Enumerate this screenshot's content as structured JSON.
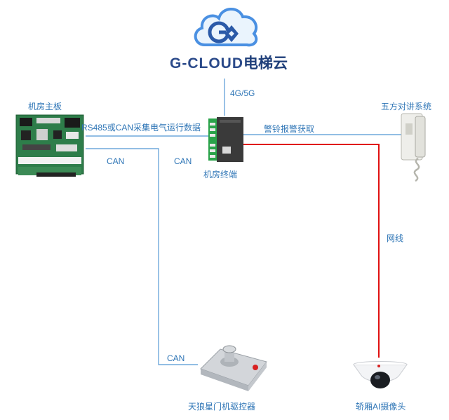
{
  "brand": {
    "latin": "G-CLOUD",
    "chinese": "电梯云"
  },
  "labels": {
    "uplink": "4G/5G",
    "machine_board": "机房主板",
    "rs485": "RS485或CAN采集电气运行数据",
    "can_left": "CAN",
    "can_right": "CAN",
    "terminal": "机房终端",
    "alarm": "警铃报警获取",
    "intercom": "五方对讲系统",
    "network": "网线",
    "can_bottom": "CAN",
    "door_controller": "天狼星门机驱控器",
    "camera": "轿厢AI摄像头"
  },
  "colors": {
    "line": "#6fa8dc",
    "network_line": "#e01010",
    "brand_dark": "#2b4a8a",
    "cloud": "#4a90e2",
    "label": "#2e75b6"
  },
  "icons": [
    "cloud-logo-icon",
    "circuit-board-icon",
    "terminal-device-icon",
    "intercom-phone-icon",
    "door-controller-icon",
    "dome-camera-icon"
  ]
}
